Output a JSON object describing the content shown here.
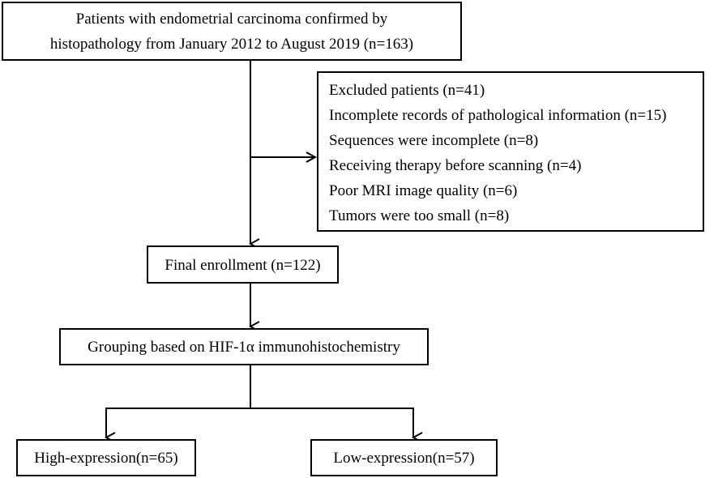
{
  "source": {
    "line1": "Patients with endometrial carcinoma confirmed by",
    "line2": "histopathology from January 2012 to August 2019 (n=163)"
  },
  "excluded": {
    "title": "Excluded patients (n=41)",
    "reasons": [
      "Incomplete records of pathological information (n=15)",
      "Sequences were incomplete (n=8)",
      "Receiving therapy before scanning (n=4)",
      "Poor MRI image quality (n=6)",
      "Tumors were too small (n=8)"
    ]
  },
  "final": {
    "label": "Final enrollment (n=122)"
  },
  "grouping": {
    "label": "Grouping based on HIF-1α immunohistochemistry"
  },
  "groups": {
    "high": "High-expression(n=65)",
    "low": "Low-expression(n=57)"
  }
}
